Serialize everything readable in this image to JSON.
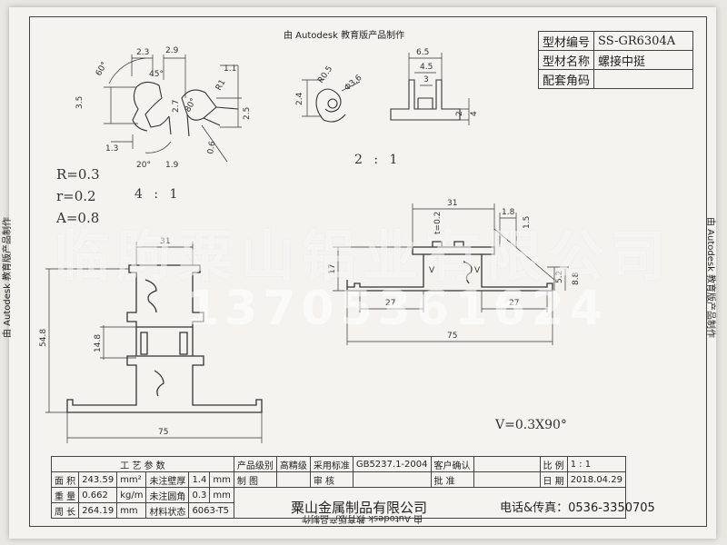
{
  "watermarks": {
    "autodesk": "由 Autodesk 教育版产品制作",
    "company": "临朐粟山铝业有限公司",
    "phone": "13705361624"
  },
  "title_block": {
    "model_label": "型材编号",
    "model_value": "SS-GR6304A",
    "name_label": "型材名称",
    "name_value": "螺接中挺",
    "corner_label": "配套角码",
    "corner_value": ""
  },
  "notes": {
    "r": "R=0.3",
    "r_small": "r=0.2",
    "a": "A=0.8"
  },
  "scales": {
    "detail_a": "4 : 1",
    "detail_b": "2 : 1"
  },
  "v_note": "V=0.3X90°",
  "dims": {
    "d2_3": "2.3",
    "d2_9": "2.9",
    "d60": "60°",
    "d45": "45°",
    "d3_5": "3.5",
    "d2_7": "2.7",
    "d1_3": "1.3",
    "d20": "20°",
    "d1_9": "1.9",
    "d80": "80°",
    "d1_1": "1.1",
    "dR1": "R1",
    "d2_5": "2.5",
    "d0_6": "0.6",
    "dR0_5": "R0.5",
    "d2_4": "2.4",
    "dphi3_6": "Φ3.6",
    "d6_5": "6.5",
    "d4_5": "4.5",
    "d3": "3",
    "d2": "2",
    "d4": "4",
    "d31a": "31",
    "d54_8": "54.8",
    "d14_8": "14.8",
    "d75a": "75",
    "d31b": "31",
    "d0_2": "t=0.2",
    "d1_8": "1.8",
    "d1_5": "1.5",
    "d17": "17",
    "d27a": "27",
    "d27b": "27",
    "d75b": "75",
    "d8_8": "8.8",
    "d5_2": "5.2",
    "dV1": "V",
    "dV2": "V"
  },
  "process_table": {
    "header": "工 艺 参 数",
    "area_label": "面 积",
    "area_value": "243.59",
    "area_unit": "mm²",
    "wall_label": "未注壁厚",
    "wall_value": "1.4",
    "wall_unit": "mm",
    "weight_label": "重 量",
    "weight_value": "0.662",
    "weight_unit": "kg/m",
    "radius_label": "未注圆角",
    "radius_value": "0.3",
    "radius_unit": "mm",
    "perimeter_label": "周 长",
    "perimeter_value": "264.19",
    "perimeter_unit": "mm",
    "material_label": "材料状态",
    "material_value": "6063-T5"
  },
  "approval_table": {
    "grade_label": "产品级别",
    "grade_value": "高精级",
    "standard_label": "采用标准",
    "standard_value": "GB5237.1-2004",
    "confirm_label": "客户确认",
    "ratio_label": "比 例",
    "ratio_value": "1 : 1",
    "draw_label": "制 图",
    "review_label": "审 核",
    "approve_label": "批 准",
    "date_label": "日 期",
    "date_value": "2018.04.29"
  },
  "footer": {
    "company": "粟山金属制品有限公司",
    "contact": "电话&传真：0536-3350705"
  }
}
